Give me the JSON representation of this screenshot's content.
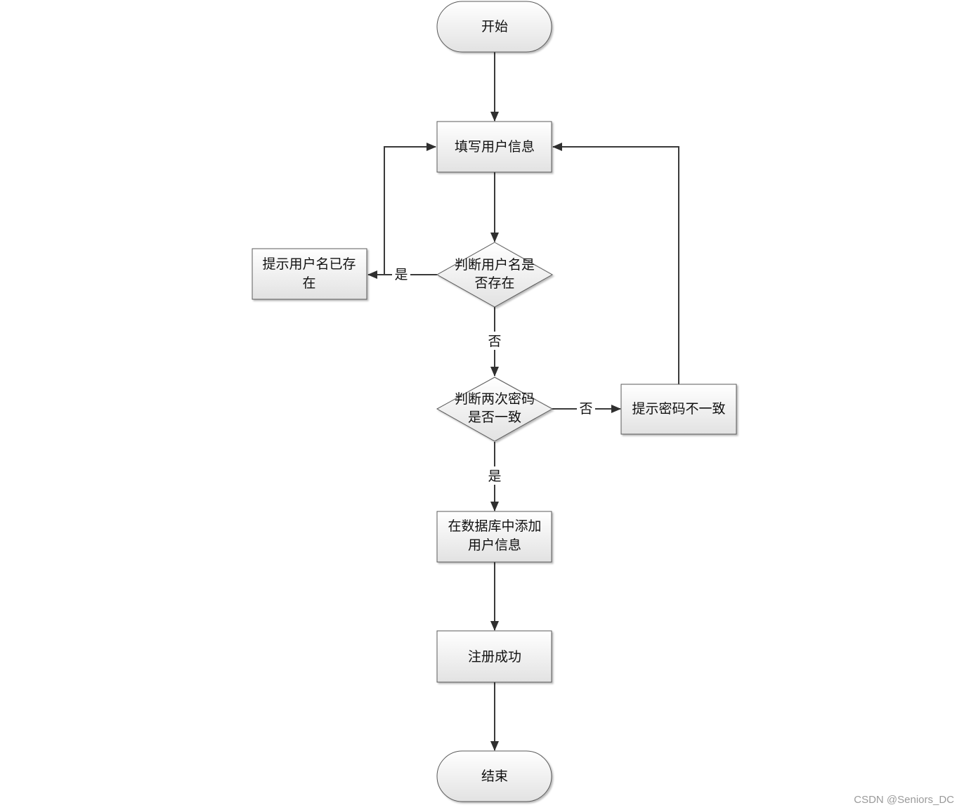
{
  "diagram": {
    "nodes": {
      "start": "开始",
      "fill_info": "填写用户信息",
      "check_username": [
        "判断用户名是",
        "否存在"
      ],
      "username_exists": [
        "提示用户名已存",
        "在"
      ],
      "check_password": [
        "判断两次密码",
        "是否一致"
      ],
      "password_mismatch": "提示密码不一致",
      "add_to_db": [
        "在数据库中添加",
        "用户信息"
      ],
      "register_success": "注册成功",
      "end": "结束"
    },
    "edge_labels": {
      "username_yes": "是",
      "username_no": "否",
      "password_no": "否",
      "password_yes": "是"
    }
  },
  "watermark": "CSDN @Seniors_DC",
  "colors": {
    "node_fill_top": "#ffffff",
    "node_fill_bottom": "#e4e4e4",
    "stroke": "#5a5a5a",
    "line": "#3a3a3a"
  }
}
